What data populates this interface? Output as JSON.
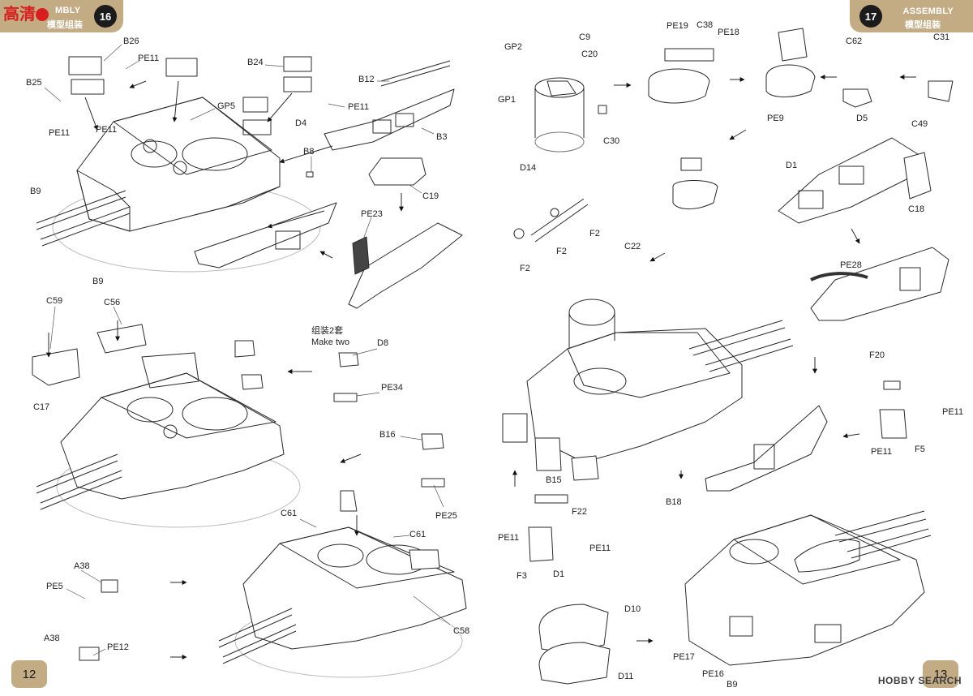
{
  "header": {
    "left": {
      "brand": "高清",
      "title_en": "MBLY",
      "title_cn": "模型组装",
      "step": "16"
    },
    "right": {
      "title_en": "ASSEMBLY",
      "title_cn": "模型组装",
      "step": "17"
    }
  },
  "note": {
    "cn": "组装2套",
    "en": "Make two"
  },
  "footer": {
    "page_left": "12",
    "page_right": "13",
    "watermark": "HOBBY SEARCH"
  },
  "labels": {
    "B26": "B26",
    "PE11_a": "PE11",
    "B24": "B24",
    "B25": "B25",
    "GP5": "GP5",
    "PE11_b": "PE11",
    "PE11_c": "PE11",
    "PE11_d": "PE11",
    "D4": "D4",
    "B12": "B12",
    "B3": "B3",
    "B8": "B8",
    "C19": "C19",
    "B9_a": "B9",
    "B9_b": "B9",
    "PE23": "PE23",
    "C59": "C59",
    "C56": "C56",
    "C17": "C17",
    "D8": "D8",
    "PE34": "PE34",
    "B16": "B16",
    "PE25": "PE25",
    "C61_a": "C61",
    "C61_b": "C61",
    "C58": "C58",
    "A38_a": "A38",
    "PE5": "PE5",
    "A38_b": "A38",
    "PE12": "PE12",
    "GP2": "GP2",
    "C9": "C9",
    "C20": "C20",
    "GP1": "GP1",
    "C30": "C30",
    "D14": "D14",
    "PE19": "PE19",
    "C38": "C38",
    "PE18": "PE18",
    "C62": "C62",
    "C31": "C31",
    "PE9": "PE9",
    "C49": "C49",
    "D5": "D5",
    "D1_a": "D1",
    "C18": "C18",
    "F2_a": "F2",
    "F2_b": "F2",
    "F2_c": "F2",
    "C22": "C22",
    "PE28": "PE28",
    "F20": "F20",
    "PE11_e": "PE11",
    "PE11_f": "PE11",
    "F5": "F5",
    "B15": "B15",
    "B18": "B18",
    "F22": "F22",
    "PE11_g": "PE11",
    "PE11_h": "PE11",
    "F3": "F3",
    "D1_b": "D1",
    "D10": "D10",
    "D11": "D11",
    "PE17": "PE17",
    "PE16": "PE16",
    "B9_c": "B9"
  }
}
